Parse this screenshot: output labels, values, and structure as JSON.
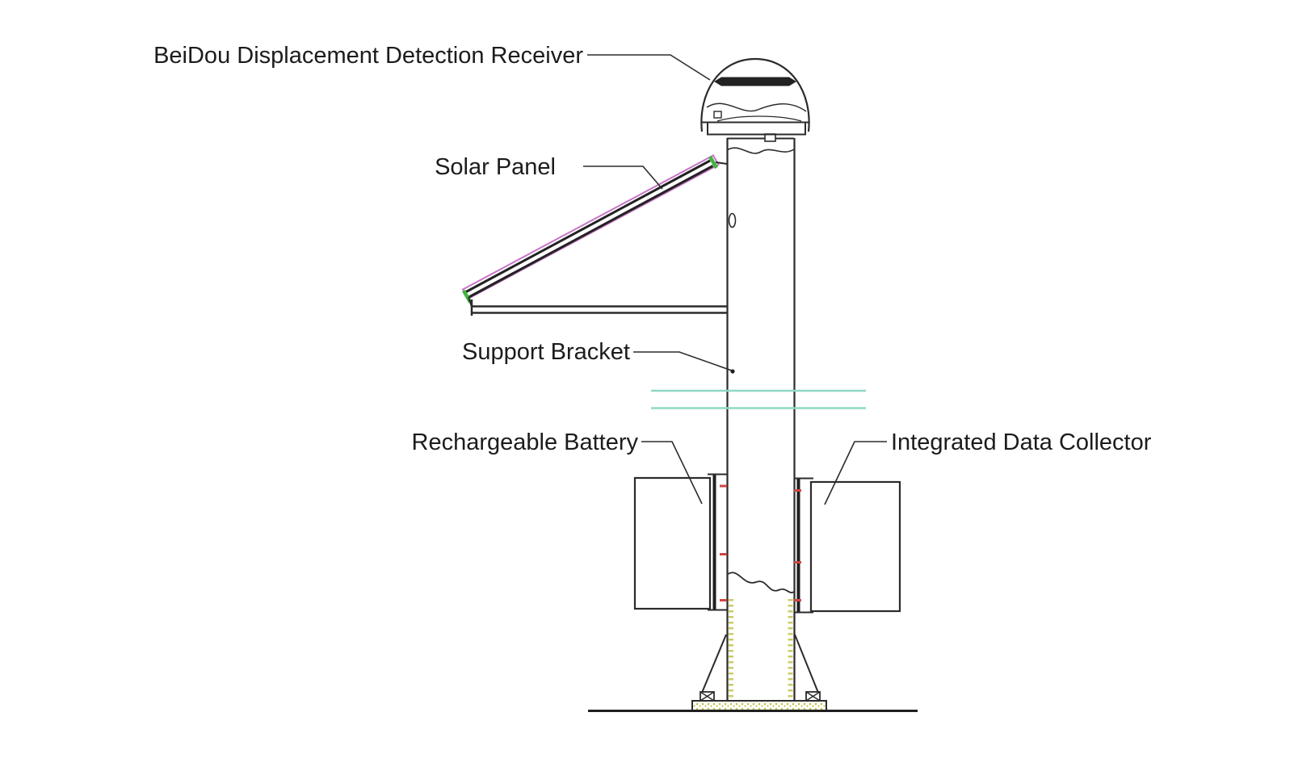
{
  "diagram": {
    "labels": {
      "receiver": "BeiDou Displacement Detection Receiver",
      "solar_panel": "Solar Panel",
      "support_bracket": "Support Bracket",
      "battery": "Rechargeable Battery",
      "data_collector": "Integrated Data Collector"
    },
    "colors": {
      "line": "#2b2b2b",
      "solar_panel_outline": "#c873c8",
      "break_mark": "#8fd8c5",
      "mount_marker_green": "#3fb53f",
      "weld_mark_red": "#d04545",
      "foundation_hatch": "#c2c24e"
    }
  }
}
